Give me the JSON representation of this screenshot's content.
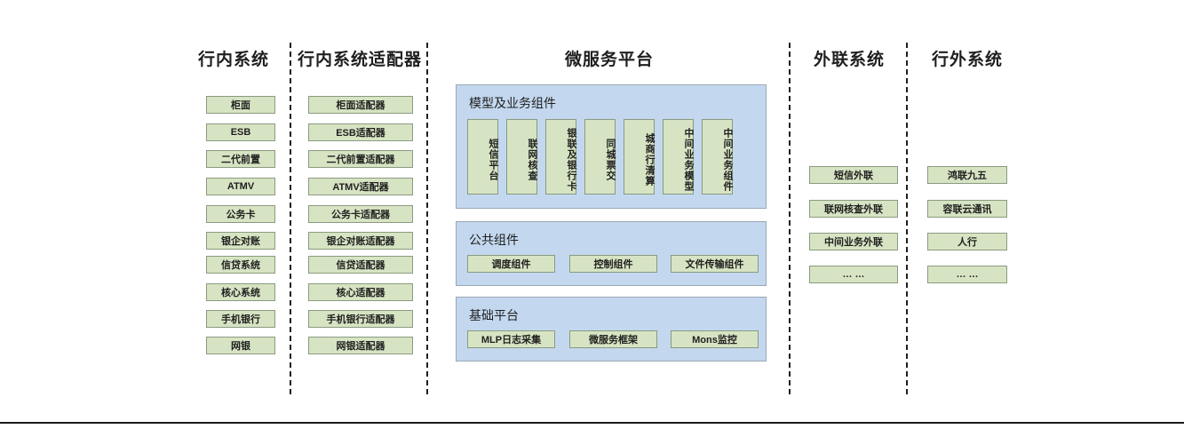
{
  "colors": {
    "node_fill": "#d7e4c3",
    "node_border": "#8a9a80",
    "panel_fill": "#c3d8ef",
    "panel_border": "#9aa7b4",
    "divider": "#1f1f1f",
    "text": "#1f1f1f"
  },
  "columns": [
    {
      "title": "行内系统",
      "items": [
        "柜面",
        "ESB",
        "二代前置",
        "ATMV",
        "公务卡",
        "银企对账",
        "信贷系统",
        "核心系统",
        "手机银行",
        "网银"
      ]
    },
    {
      "title": "行内系统适配器",
      "items": [
        "柜面适配器",
        "ESB适配器",
        "二代前置适配器",
        "ATMV适配器",
        "公务卡适配器",
        "银企对账适配器",
        "信贷适配器",
        "核心适配器",
        "手机银行适配器",
        "网银适配器"
      ]
    },
    {
      "title": "微服务平台",
      "panels": [
        {
          "title": "模型及业务组件",
          "items": [
            "短信平台",
            "联网核查",
            "银联及银行卡",
            "同城票交",
            "城商行清算",
            "中间业务模型",
            "中间业务组件"
          ]
        },
        {
          "title": "公共组件",
          "items": [
            "调度组件",
            "控制组件",
            "文件传输组件"
          ]
        },
        {
          "title": "基础平台",
          "items": [
            "MLP日志采集",
            "微服务框架",
            "Mons监控"
          ]
        }
      ]
    },
    {
      "title": "外联系统",
      "items": [
        "短信外联",
        "联网核查外联",
        "中间业务外联",
        "… …"
      ]
    },
    {
      "title": "行外系统",
      "items": [
        "鸿联九五",
        "容联云通讯",
        "人行",
        "… …"
      ]
    }
  ]
}
